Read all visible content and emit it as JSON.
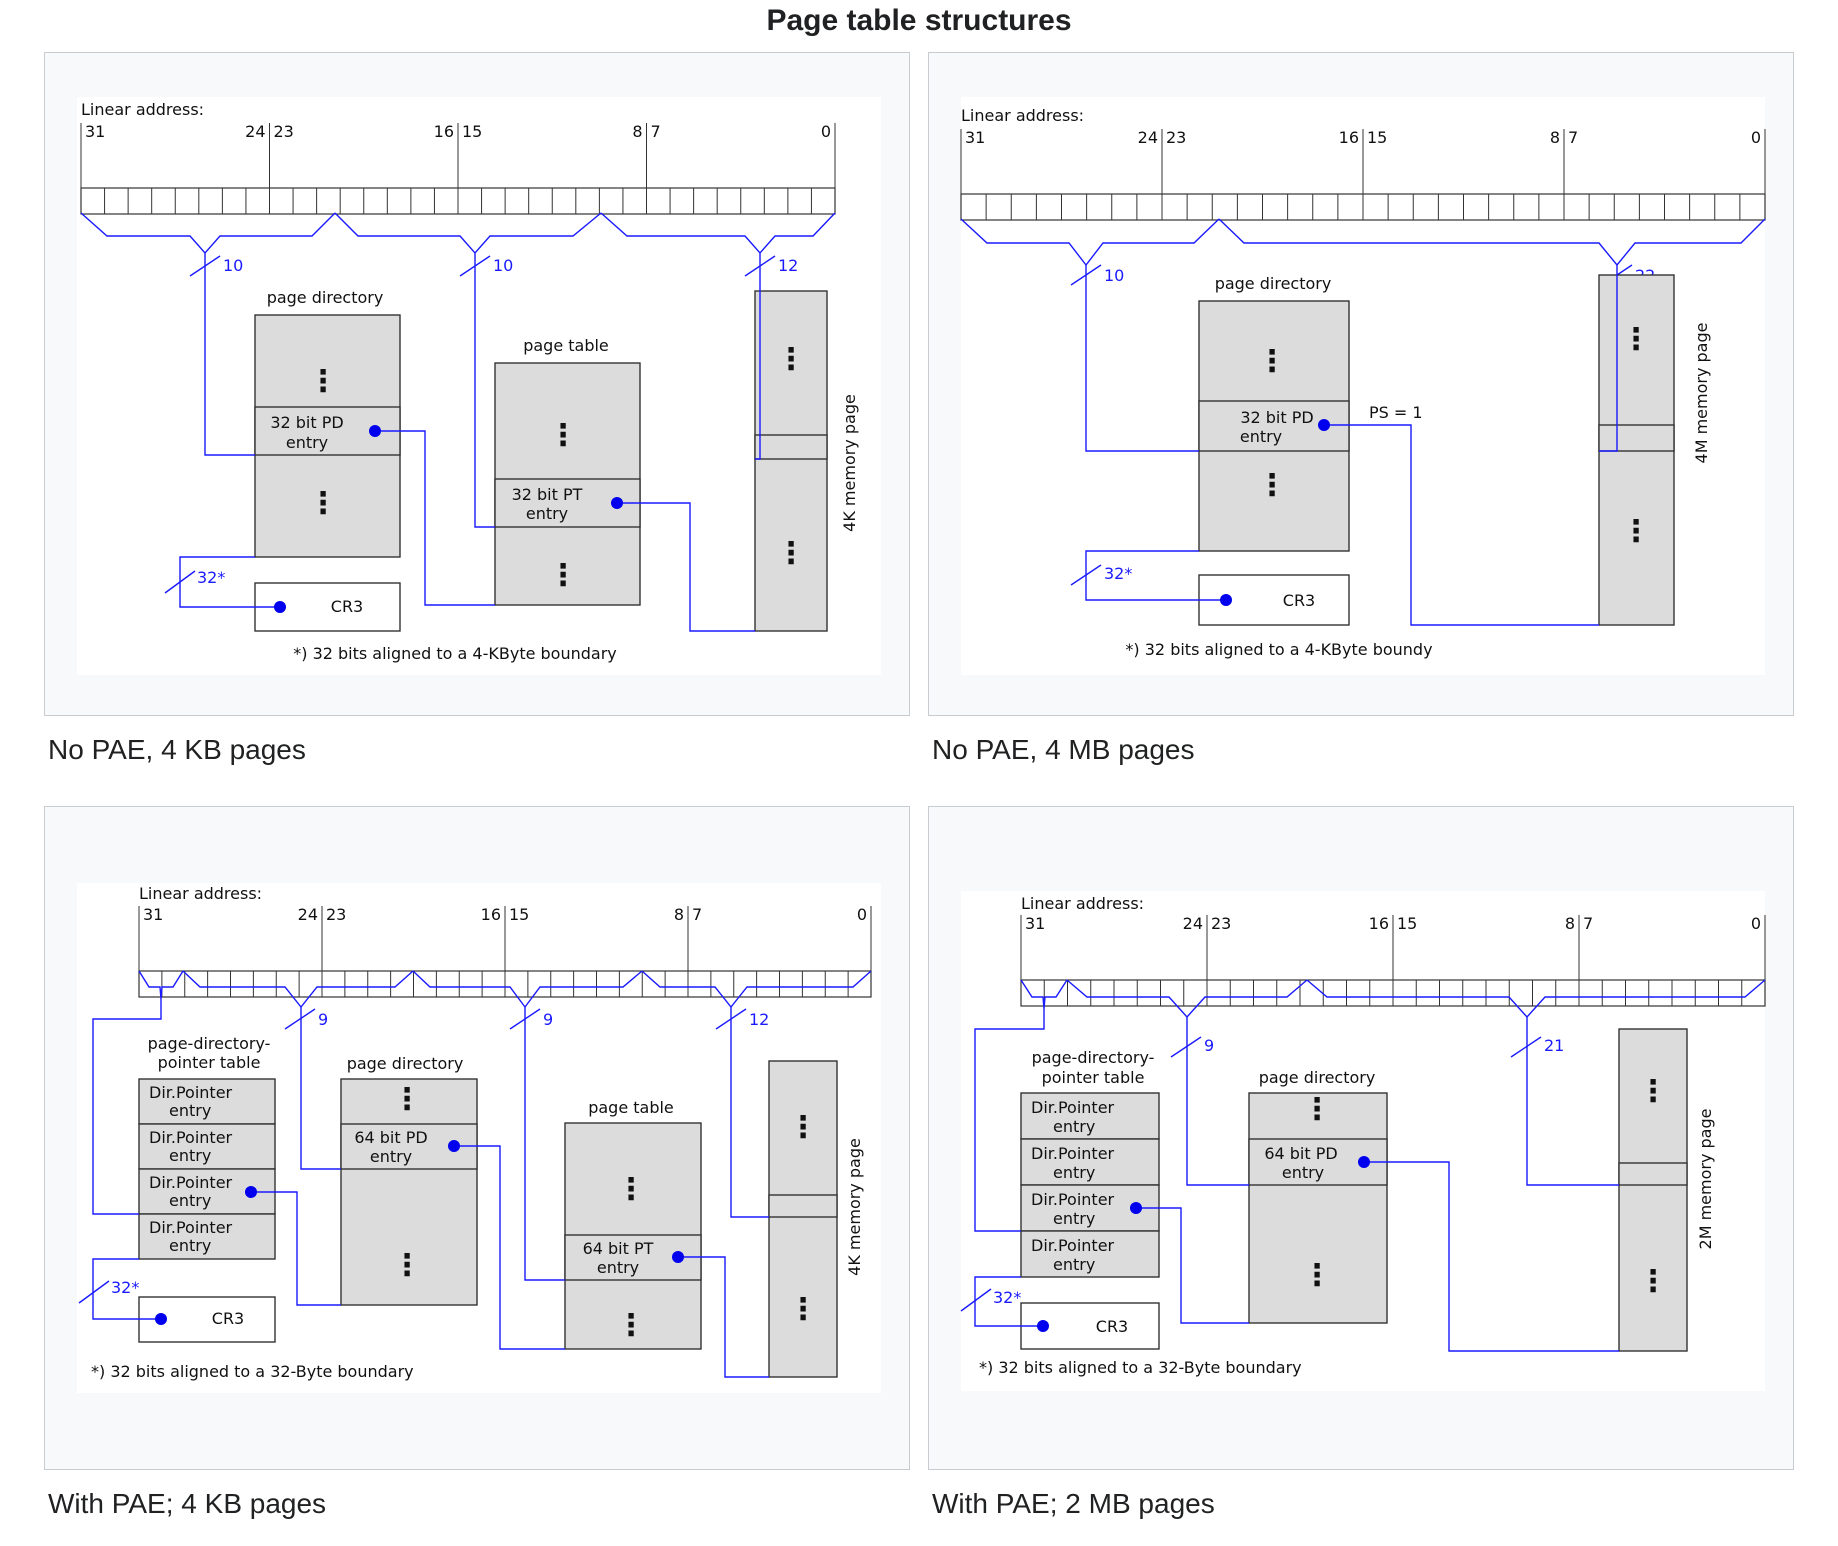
{
  "gallery": {
    "title": "Page table structures",
    "captions": [
      "No PAE, 4 KB pages",
      "No PAE, 4 MB pages",
      "With PAE; 4 KB pages",
      "With PAE; 2 MB pages"
    ]
  },
  "diagram_text": {
    "linear_address": "Linear address:",
    "bits": [
      "31",
      "24",
      "23",
      "16",
      "15",
      "8",
      "7",
      "0"
    ],
    "page_directory": "page directory",
    "page_table": "page table",
    "pdpt_line1": "page-directory-",
    "pdpt_line2": "pointer table",
    "pd32_line1": "32 bit PD",
    "pt32_line1": "32 bit PT",
    "pd64_line1": "64 bit PD",
    "pt64_line1": "64 bit PT",
    "entry": "entry",
    "dir_pointer": "Dir.Pointer",
    "cr3": "CR3",
    "ps1": "PS = 1",
    "mem_4k": "4K memory page",
    "mem_4m": "4M memory page",
    "mem_2m": "2M memory page",
    "w10": "10",
    "w12": "12",
    "w22": "22",
    "w9": "9",
    "w21": "21",
    "w32": "32*",
    "vdots": "⋮",
    "note_4k": "*) 32 bits aligned to a 4-KByte boundary",
    "note_4k_b": "*) 32 bits aligned to a 4-KByte boundy",
    "note_32": "*) 32 bits aligned to a 32-Byte boundary"
  },
  "colors": {
    "wire": "#1a1aff",
    "box_fill": "#dcdcdc",
    "frame_bg": "#f8f9fa",
    "frame_border": "#c8ccd1"
  }
}
